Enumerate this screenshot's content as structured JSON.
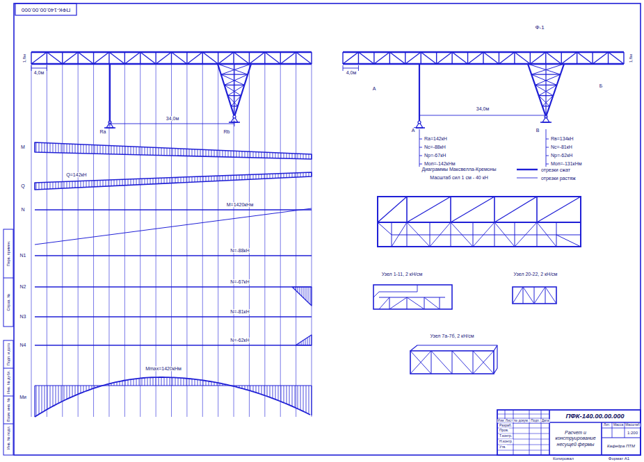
{
  "diagram": {
    "nodes": [
      {
        "text": [
          "ПФК-140.00.00.000"
        ]
      },
      {
        "text": [
          "Расчет и конструирование несущей фермы"
        ]
      },
      {
        "text": [
          "Кафедра ПТМ"
        ]
      }
    ],
    "labels": [
      "ПФК-140.00.00.000",
      "4,0м",
      "1,8м",
      "Ra",
      "Rb",
      "34,0м",
      "М",
      "Q",
      "N",
      "N1",
      "N2",
      "N3",
      "N4",
      "Mи",
      "Q=142кН",
      "М=1420кНм",
      "N=-88кН",
      "N=-67кН",
      "N=-81кН",
      "N=-62кН",
      "Mmax=1420кНм",
      "4,0м",
      "1,8м",
      "34,0м",
      "А",
      "В",
      "Ф-1",
      "А",
      "Б",
      "Rа=142кН",
      "Nс=-88кН",
      "Nр=-67кН",
      "Mоп=-142кНм",
      "Rв=134кН",
      "Nс=-81кН",
      "Nр=-62кН",
      "Mоп=-131кНм",
      "Диаграммы Максвелла-Кремоны",
      "Масштаб сил 1 см - 40 кН",
      "Узел 1-11, 2 кН/см",
      "Узел 20-22, 2 кН/см",
      "Узел 7а-7б, 2 кН/см",
      "Изм.",
      "Лист",
      "№ докум.",
      "Подп.",
      "Дата",
      "Разраб.",
      "Пров.",
      "Т.контр.",
      "Н.контр.",
      "Утв.",
      "Лит.",
      "Масса",
      "Масштаб",
      "1:200",
      "Копировал",
      "Формат А1",
      "Перв. примен.",
      "Справ. №",
      "Подп. и дата",
      "Инв. № дубл.",
      "Взам. инв. №",
      "Инв. № подл."
    ],
    "legend": [
      {
        "text": "отрезки сжат"
      },
      {
        "text": "отрезки растяж"
      }
    ]
  }
}
